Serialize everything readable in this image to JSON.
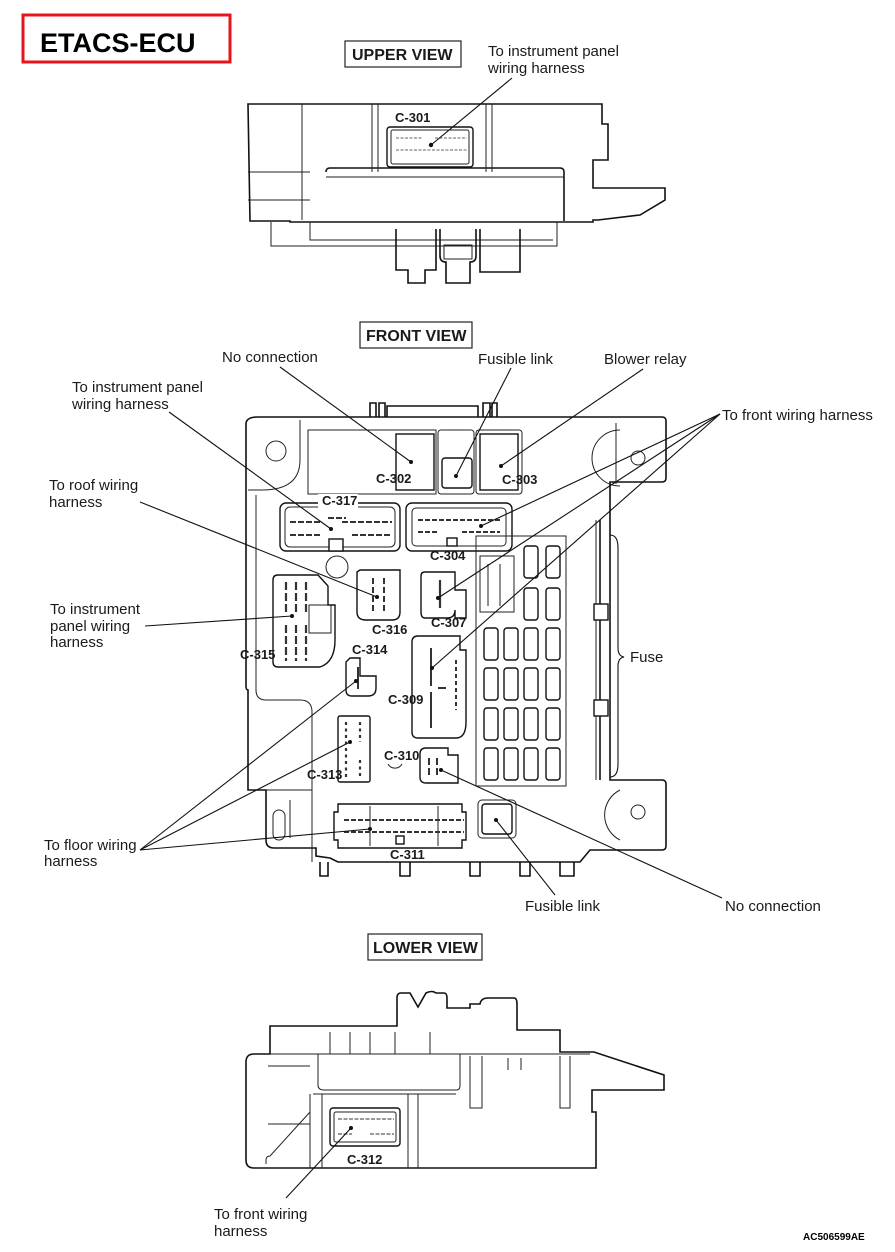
{
  "title": "ETACS-ECU",
  "title_box_color": "#e8141c",
  "reference_code": "AC506599AE",
  "views": {
    "upper": {
      "heading": "UPPER VIEW",
      "connectors": [
        "C-301"
      ],
      "callouts": [
        {
          "line1": "To instrument panel",
          "line2": "wiring harness",
          "connector": "C-301"
        }
      ]
    },
    "front": {
      "heading": "FRONT VIEW",
      "connectors": [
        "C-302",
        "C-303",
        "C-304",
        "C-307",
        "C-309",
        "C-310",
        "C-311",
        "C-313",
        "C-314",
        "C-315",
        "C-316",
        "C-317"
      ],
      "callouts": {
        "no_connection_top": "No connection",
        "fusible_link_top": "Fusible link",
        "blower_relay": "Blower relay",
        "instrument_panel_top": {
          "line1": "To instrument panel",
          "line2": "wiring harness"
        },
        "front_wiring": "To front wiring harness",
        "roof_wiring": {
          "line1": "To roof wiring",
          "line2": "harness"
        },
        "instrument_panel_mid": {
          "line1": "To instrument",
          "line2": "panel wiring",
          "line3": "harness"
        },
        "fuse": "Fuse",
        "floor_wiring": {
          "line1": "To floor wiring",
          "line2": "harness"
        },
        "fusible_link_bottom": "Fusible link",
        "no_connection_bottom": "No connection"
      }
    },
    "lower": {
      "heading": "LOWER VIEW",
      "connectors": [
        "C-312"
      ],
      "callouts": [
        {
          "line1": "To front wiring",
          "line2": "harness",
          "connector": "C-312"
        }
      ]
    }
  }
}
